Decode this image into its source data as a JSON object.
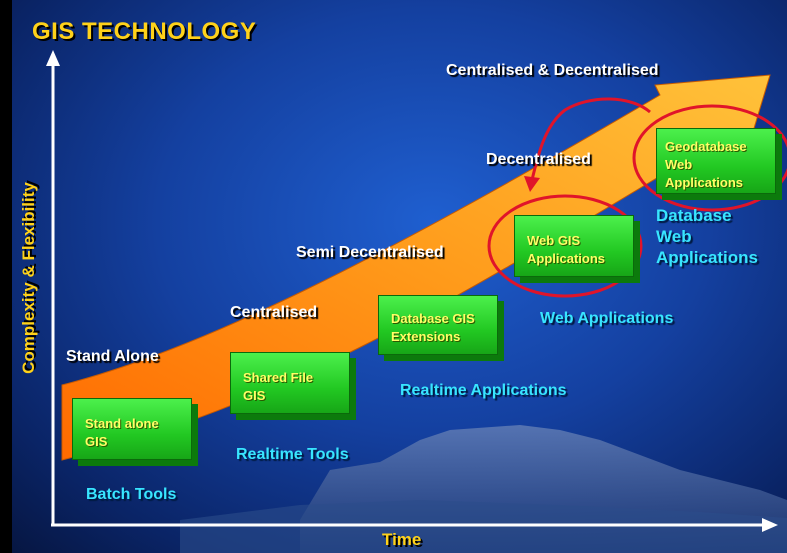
{
  "title": "GIS TECHNOLOGY",
  "axes": {
    "y_label": "Complexity & Flexibility",
    "x_label": "Time"
  },
  "stages": [
    "Stand Alone",
    "Centralised",
    "Semi Decentralised",
    "Decentralised",
    "Centralised & Decentralised"
  ],
  "boxes": [
    "Stand alone\nGIS",
    "Shared File\nGIS",
    "Database GIS\nExtensions",
    "Web GIS\nApplications",
    "Geodatabase\nWeb\nApplications"
  ],
  "applications": [
    "Batch Tools",
    "Realtime Tools",
    "Realtime Applications",
    "Web Applications",
    "Database\nWeb\nApplications"
  ],
  "colors": {
    "arrow": "#f7931e",
    "box": "#33dd33",
    "highlight_circle": "#e0142a",
    "title": "#ffd21a",
    "app_text": "#38e6ff"
  }
}
